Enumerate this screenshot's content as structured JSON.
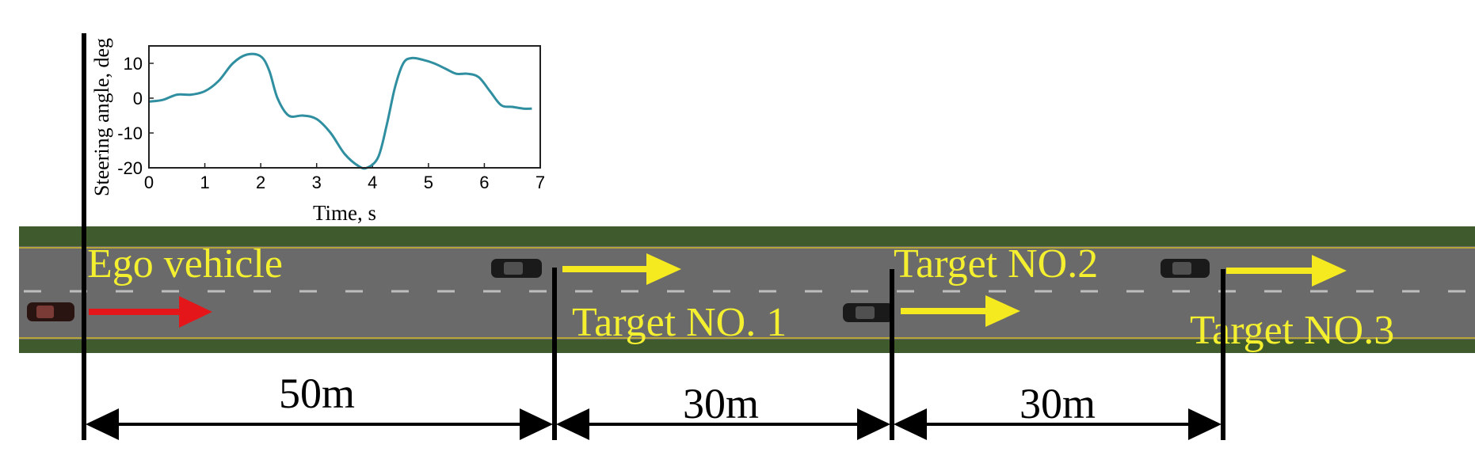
{
  "scene": {
    "colors": {
      "road_edge": "#3f5a2c",
      "asphalt": "#6a6a6a",
      "edge_line": "#b5a637",
      "lane_dash": "#bdbdbd",
      "label": "#f4f030",
      "target_arrow": "#f4ea1f",
      "ego_arrow": "#e5161a",
      "dimension": "#000000",
      "plot_line": "#2f8fa0"
    },
    "labels": {
      "ego": "Ego vehicle",
      "target1": "Target NO. 1",
      "target2": "Target NO.2",
      "target3": "Target NO.3"
    },
    "distances": [
      "50m",
      "30m",
      "30m"
    ]
  },
  "chart_data": {
    "type": "line",
    "xlabel": "Time, s",
    "ylabel": "Steering angle, deg",
    "xlim": [
      0,
      7
    ],
    "ylim": [
      -20,
      15
    ],
    "xticks": [
      0,
      1,
      2,
      3,
      4,
      5,
      6,
      7
    ],
    "yticks": [
      10,
      0,
      -10,
      -20
    ],
    "grid": false,
    "series": [
      {
        "x": [
          0,
          0.25,
          0.5,
          0.75,
          1.0,
          1.25,
          1.5,
          1.75,
          2.0,
          2.15,
          2.3,
          2.5,
          2.75,
          3.0,
          3.25,
          3.5,
          3.75,
          3.9,
          4.1,
          4.25,
          4.4,
          4.55,
          4.7,
          4.9,
          5.1,
          5.3,
          5.5,
          5.7,
          5.9,
          6.1,
          6.3,
          6.5,
          6.7,
          6.85
        ],
        "y": [
          -1,
          -0.5,
          1,
          1,
          2,
          5,
          10,
          12.5,
          12,
          8,
          0,
          -5,
          -5,
          -6,
          -10,
          -16,
          -19.5,
          -20,
          -17,
          -8,
          3,
          10,
          11.5,
          11,
          10,
          8.5,
          7,
          7,
          6,
          2,
          -2,
          -2.5,
          -3,
          -3
        ]
      }
    ]
  }
}
